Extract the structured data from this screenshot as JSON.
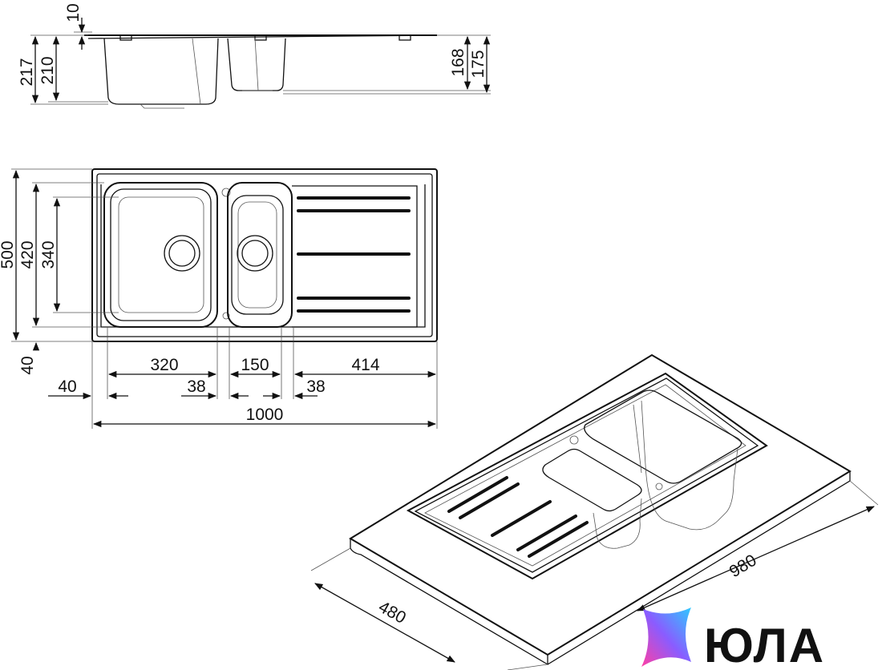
{
  "side_view": {
    "dims_left": [
      "217",
      "210"
    ],
    "dim_top": "10",
    "dims_right": [
      "168",
      "175"
    ]
  },
  "top_view": {
    "dims_vertical": [
      "500",
      "420",
      "340",
      "40"
    ],
    "dims_horizontal_top": [
      "320",
      "150",
      "414"
    ],
    "dims_horizontal_small": [
      "40",
      "38",
      "38"
    ],
    "overall_width": "1000"
  },
  "iso_view": {
    "depth": "480",
    "length": "980"
  },
  "logo": {
    "text": "ЮЛА",
    "colors": [
      "#ff3fa4",
      "#8a5cff",
      "#2ec9ff"
    ]
  }
}
